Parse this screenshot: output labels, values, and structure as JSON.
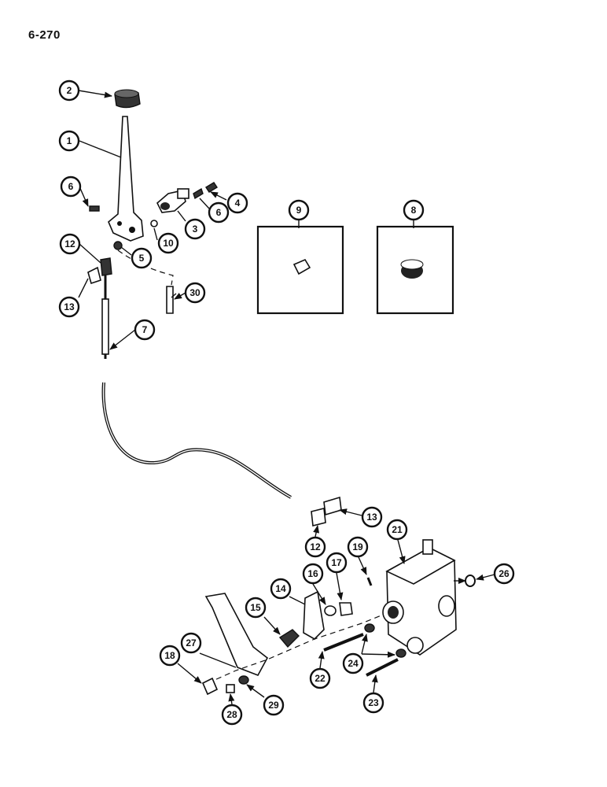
{
  "page_number": "6-270",
  "callouts": {
    "c1": "1",
    "c2": "2",
    "c3": "3",
    "c4": "4",
    "c5": "5",
    "c6a": "6",
    "c6b": "6",
    "c7": "7",
    "c8": "8",
    "c9": "9",
    "c10": "10",
    "c12a": "12",
    "c12b": "12",
    "c13a": "13",
    "c13b": "13",
    "c14": "14",
    "c15": "15",
    "c16": "16",
    "c17": "17",
    "c18": "18",
    "c19": "19",
    "c21": "21",
    "c22": "22",
    "c23": "23",
    "c24": "24",
    "c26": "26",
    "c27": "27",
    "c28": "28",
    "c29": "29",
    "c30": "30"
  }
}
